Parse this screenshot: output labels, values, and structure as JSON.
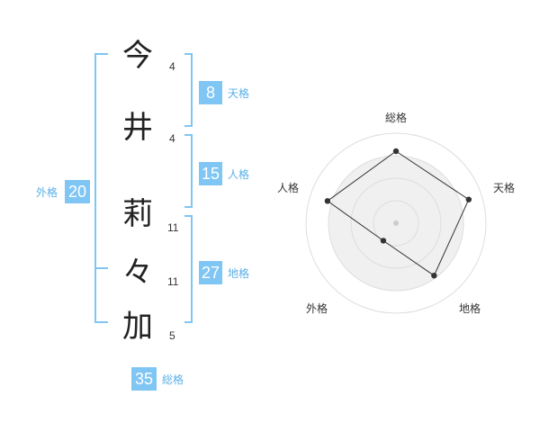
{
  "name": {
    "chars": [
      {
        "char": "今",
        "strokes": "4"
      },
      {
        "char": "井",
        "strokes": "4"
      },
      {
        "char": "莉",
        "strokes": "11"
      },
      {
        "char": "々",
        "strokes": "11"
      },
      {
        "char": "加",
        "strokes": "5"
      }
    ]
  },
  "kakusu": {
    "tenkaku": {
      "value": "8",
      "label": "天格"
    },
    "jinkaku": {
      "value": "15",
      "label": "人格"
    },
    "chikaku": {
      "value": "27",
      "label": "地格"
    },
    "gaikaku": {
      "value": "20",
      "label": "外格"
    },
    "soukaku": {
      "value": "35",
      "label": "総格"
    }
  },
  "colors": {
    "accent": "#7fc6f4",
    "bracket": "#7fc6f4",
    "label": "#5ab0e8",
    "radar_fill": "#f0f0f0",
    "radar_ring": "#dddddd"
  },
  "chart_data": {
    "type": "radar",
    "axes": [
      "総格",
      "天格",
      "地格",
      "外格",
      "人格"
    ],
    "values": [
      0.8,
      0.85,
      0.72,
      0.24,
      0.8
    ],
    "rings": 4,
    "range": [
      0,
      1
    ]
  }
}
